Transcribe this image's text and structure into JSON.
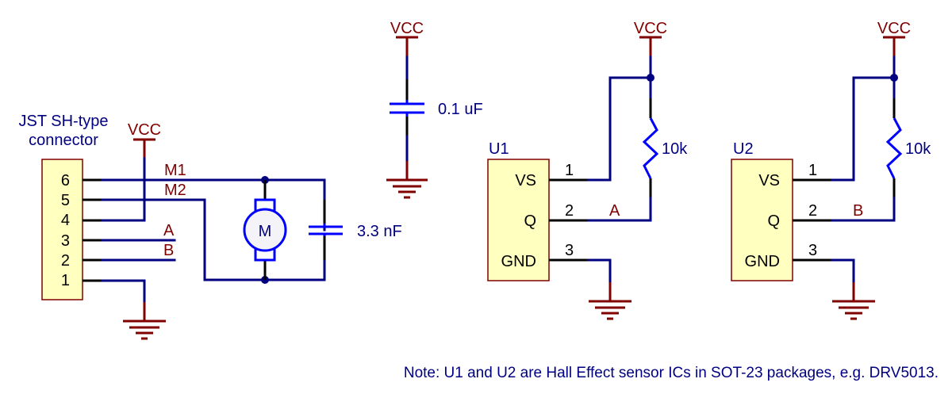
{
  "title": "Motor with Hall effect encoder schematic",
  "colors": {
    "wire": "#000080",
    "pin": "#000000",
    "power": "#800000",
    "component": "#0000ff",
    "ic_fill": "#ffffc0",
    "text_blue": "#000080",
    "text_red": "#800000"
  },
  "connector": {
    "label_line1": "JST SH-type",
    "label_line2": "connector",
    "pins": [
      "6",
      "5",
      "4",
      "3",
      "2",
      "1"
    ]
  },
  "power_labels": {
    "connector_vcc": "VCC",
    "cap_vcc": "VCC",
    "u1_vcc": "VCC",
    "u2_vcc": "VCC"
  },
  "nets": {
    "m1": "M1",
    "m2": "M2",
    "a_conn": "A",
    "b_conn": "B",
    "a_u1": "A",
    "b_u2": "B"
  },
  "motor": {
    "symbol": "M"
  },
  "capacitors": {
    "motor_cap": "3.3 nF",
    "decoupling_cap": "0.1 uF"
  },
  "u1": {
    "ref": "U1",
    "pins": [
      {
        "name": "VS",
        "number": "1"
      },
      {
        "name": "Q",
        "number": "2"
      },
      {
        "name": "GND",
        "number": "3"
      }
    ],
    "pullup": "10k"
  },
  "u2": {
    "ref": "U2",
    "pins": [
      {
        "name": "VS",
        "number": "1"
      },
      {
        "name": "Q",
        "number": "2"
      },
      {
        "name": "GND",
        "number": "3"
      }
    ],
    "pullup": "10k"
  },
  "note": "Note: U1 and U2 are Hall Effect sensor ICs in SOT-23 packages, e.g. DRV5013."
}
